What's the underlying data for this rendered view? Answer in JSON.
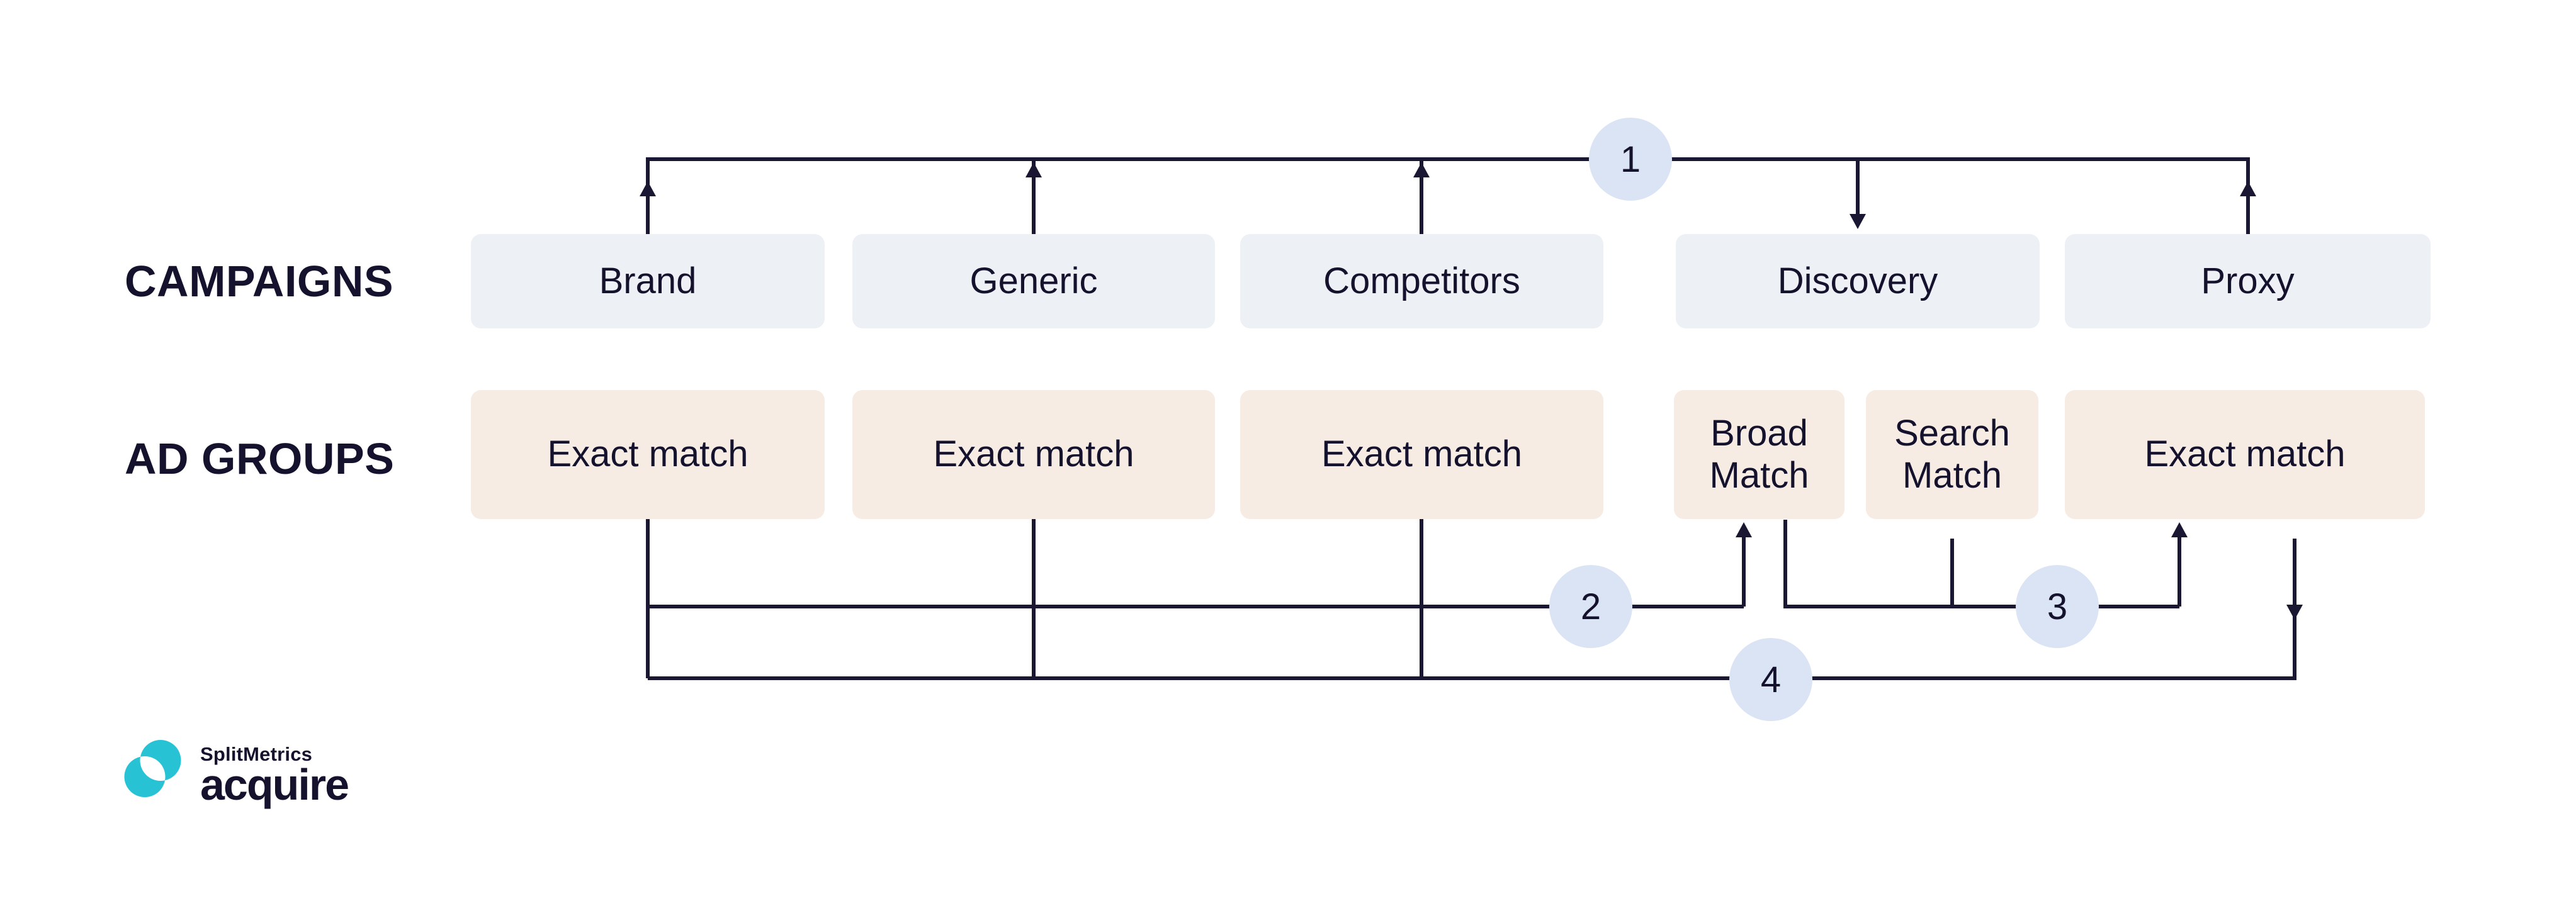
{
  "diagram": {
    "row_labels": {
      "campaigns": "CAMPAIGNS",
      "ad_groups": "AD GROUPS"
    },
    "campaigns": [
      {
        "label": "Brand"
      },
      {
        "label": "Generic"
      },
      {
        "label": "Competitors"
      },
      {
        "label": "Discovery"
      },
      {
        "label": "Proxy"
      }
    ],
    "ad_groups": [
      {
        "label": "Exact match"
      },
      {
        "label": "Exact match"
      },
      {
        "label": "Exact match"
      },
      {
        "label": "Broad Match"
      },
      {
        "label": "Search Match"
      },
      {
        "label": "Exact match"
      }
    ],
    "connection_badges": [
      {
        "number": "1"
      },
      {
        "number": "2"
      },
      {
        "number": "3"
      },
      {
        "number": "4"
      }
    ]
  },
  "logo": {
    "brand": "SplitMetrics",
    "product": "acquire"
  },
  "colors": {
    "background": "#ffffff",
    "campaign_box_fill": "#edf1f6",
    "ad_group_box_fill": "#f7ece4",
    "badge_fill": "#dbe4f4",
    "line_color": "#1a1733",
    "text_dark": "#15122e",
    "logo_teal": "#27c3d4"
  }
}
